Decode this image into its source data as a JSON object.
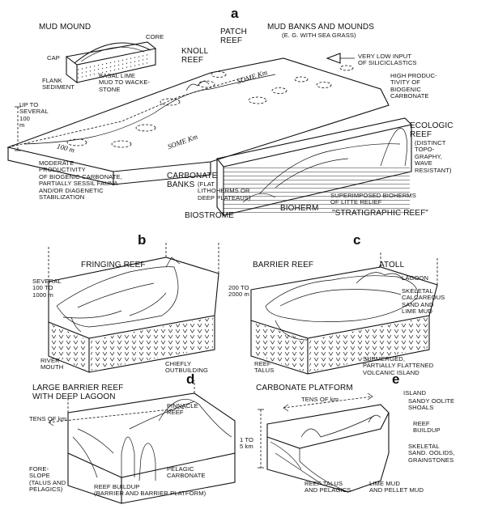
{
  "panels": {
    "a": {
      "letter": "a",
      "mud_mound": "MUD MOUND",
      "core": "CORE",
      "cap": "CAP",
      "flank_sediment": "FLANK\nSEDIMENT",
      "basal_lime": "BASAL LIME\nMUD TO WACKE-\nSTONE",
      "knoll_reef": "KNOLL\nREEF",
      "patch_reef": "PATCH\nREEF",
      "mud_banks": "MUD BANKS AND MOUNDS",
      "mud_banks_eg": "(E. G. WITH SEA GRASS)",
      "very_low_input": "VERY LOW INPUT\nOF SILICICLASTICS",
      "high_productivity": "HIGH PRODUC-\nTIVITY OF\nBIOGENIC\nCARBONATE",
      "up_to_several": "UP TO\nSEVERAL\n100\nm",
      "ecologic_reef": "ECOLOGIC\nREEF",
      "ecologic_reef_desc": "(DISTINCT\nTOPO-\nGRAPHY,\nWAVE\nRESISTANT)",
      "moderate_productivity": "MODERATE\nPRODUCTIVITY\nOF BIOGENIC CARBONATE,\nPARTIALLY SESSIL FAUNA\nAND/OR DIAGENETIC\nSTABILIZATION",
      "carbonate_banks": "CARBONATE\nBANKS",
      "carbonate_banks_desc": "(FLAT\nLITHOHERMS OR\nDEEP PLATEAUS)",
      "biostrome": "BIOSTROME",
      "bioherm": "BIOHERM",
      "superimposed": "SUPERIMPOSED BIOHERMS\nOF LITTE RELIEF",
      "stratigraphic_reef": "\"STRATIGRAPHIC REEF\"",
      "some_km_1": "SOME Km",
      "some_km_2": "SOME Km",
      "hundred_m": "100 m"
    },
    "b": {
      "letter": "b",
      "fringing_reef": "FRINGING REEF",
      "several": "SEVERAL\n100 TO\n1000 m",
      "river_mouth": "RIVER\nMOUTH",
      "chiefly_outbuilding": "CHIEFLY\nOUTBUILDING"
    },
    "c": {
      "letter": "c",
      "barrier_reef": "BARRIER REEF",
      "atoll": "ATOLL",
      "lagoon": "LAGOON",
      "range": "200 TO\n2000 m",
      "skeletal": "SKELETAL\nCALCAREOUS\nSAND AND\nLIME MUD",
      "reef_talus": "REEF\nTALUS",
      "submerged": "SUBMERGED,\nPARTIALLY FLATTENED\nVOLCANIC ISLAND"
    },
    "d": {
      "letter": "d",
      "title": "LARGE BARRIER REEF\nWITH DEEP LAGOON",
      "pinnacle_reef": "PINNACLE\nREEF",
      "tens_of_km": "TENS OF km",
      "fore_slope": "FORE-\nSLOPE\n(TALUS AND\nPELAGICS)",
      "pelagic_carbonate": "PELAGIC\nCARBONATE",
      "reef_buildup": "REEF BUILDUP\n(BARRIER AND BARRIER PLATFORM)"
    },
    "e": {
      "letter": "e",
      "title": "CARBONATE PLATFORM",
      "island": "ISLAND",
      "sandy_oolite": "SANDY OOLITE\nSHOALS",
      "tens_of_km": "TENS OF km",
      "reef_buildup": "REEF\nBUILDUP",
      "thickness": "1 TO\n5 km",
      "skeletal": "SKELETAL\nSAND. OOLIDS,\nGRAINSTONES",
      "reef_talus": "REEF TALUS\nAND PELAGICS",
      "lime_mud": "LIME MUD\nAND PELLET MUD"
    }
  }
}
